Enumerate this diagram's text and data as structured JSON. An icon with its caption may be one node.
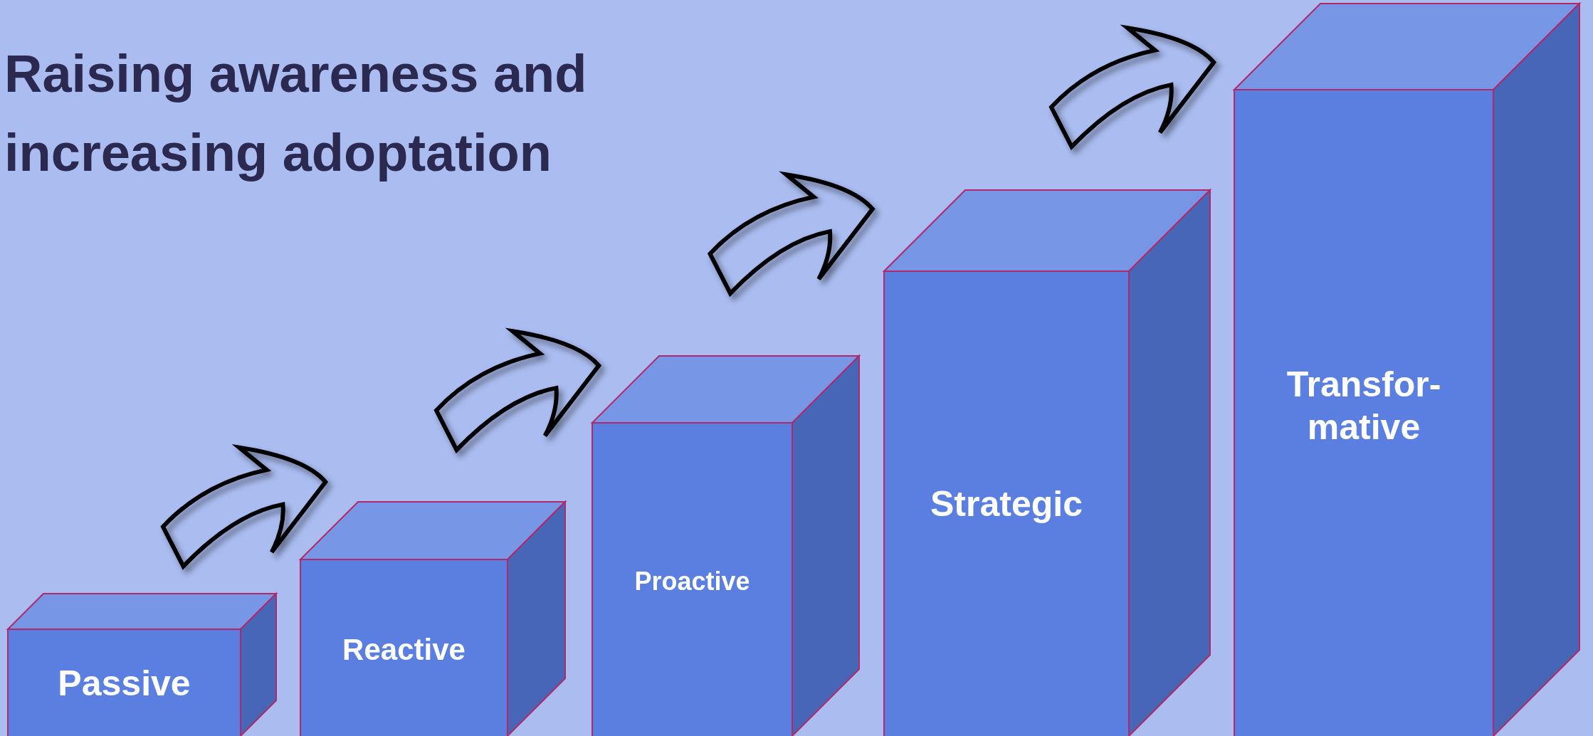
{
  "diagram": {
    "title": "Raising awareness and increasing adoptation",
    "nodes": [
      {
        "text": [
          "Passive"
        ]
      },
      {
        "text": [
          "Reactive"
        ]
      },
      {
        "text": [
          "Proactive"
        ]
      },
      {
        "text": [
          "Strategic"
        ]
      },
      {
        "text": [
          "Transfor- mative"
        ]
      }
    ],
    "edges": [
      {
        "from": 0,
        "to": 1,
        "arrow": "to"
      },
      {
        "from": 1,
        "to": 2,
        "arrow": "to"
      },
      {
        "from": 2,
        "to": 3,
        "arrow": "to"
      },
      {
        "from": 3,
        "to": 4,
        "arrow": "to"
      }
    ]
  }
}
